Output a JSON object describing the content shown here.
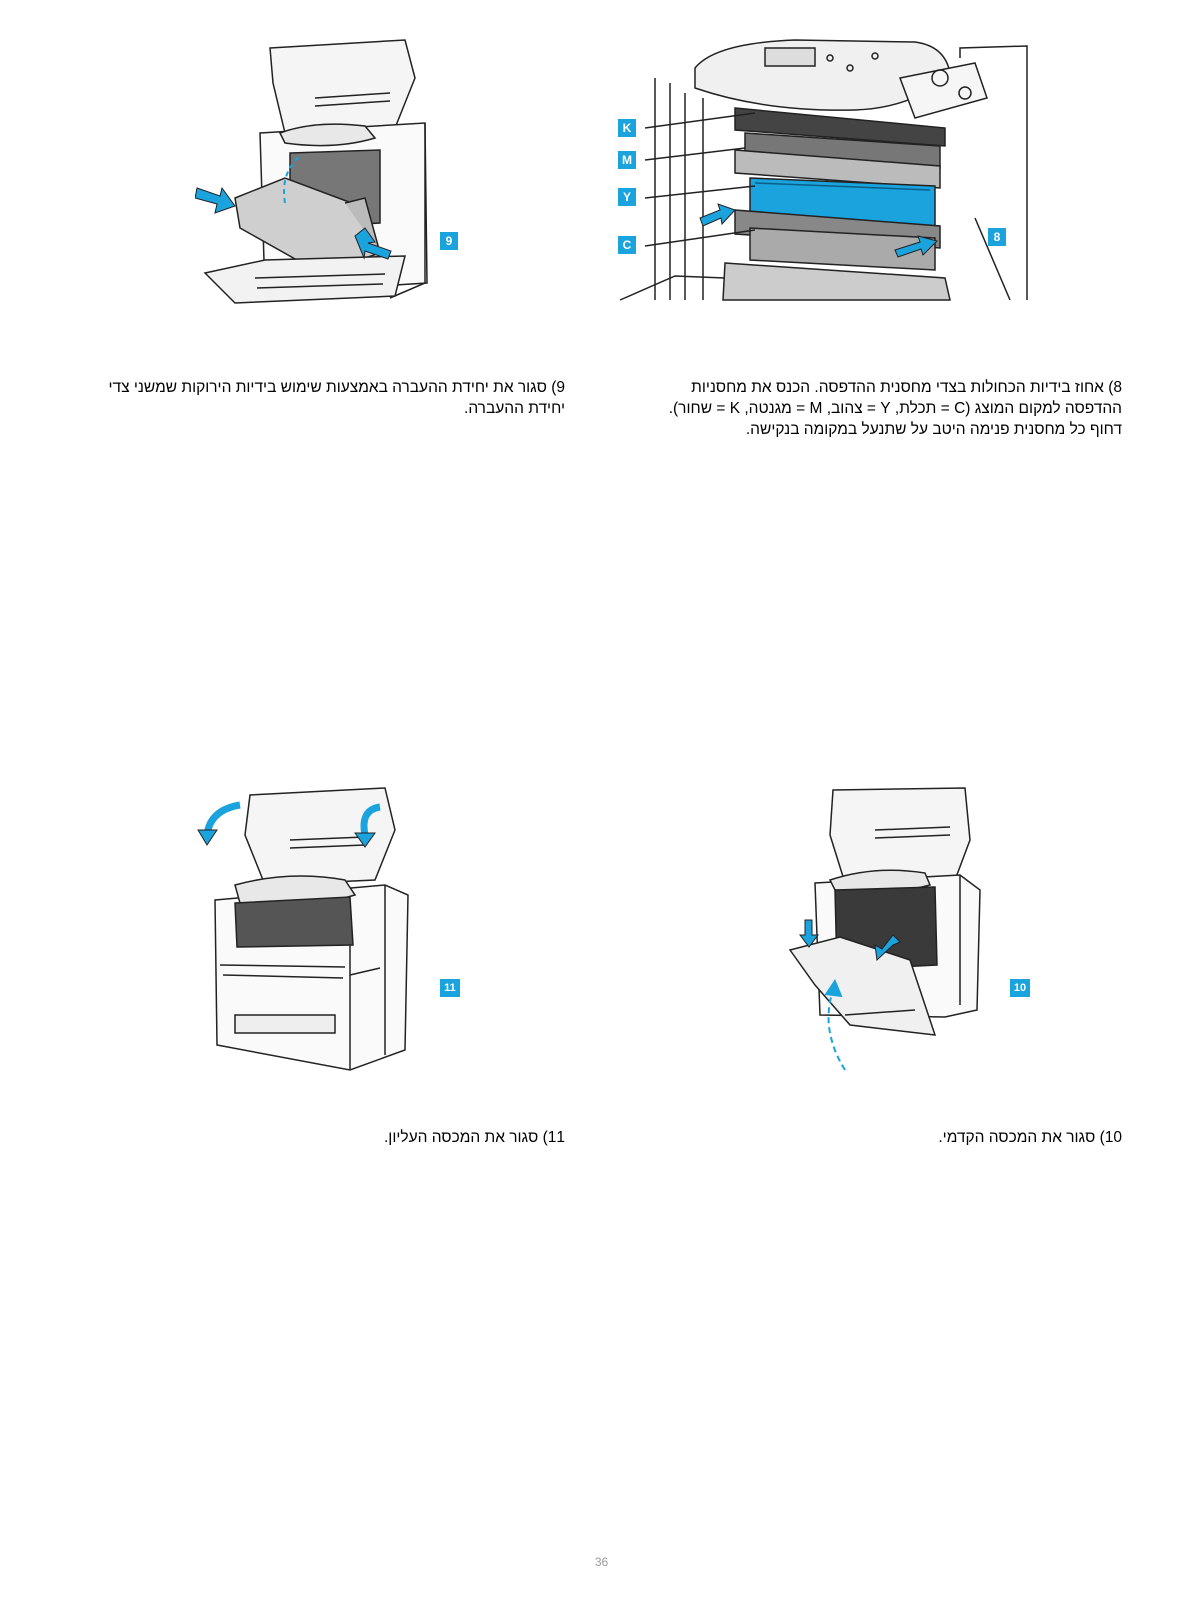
{
  "steps": [
    {
      "id": "step8",
      "number_label": "8",
      "caption": "8) אחוז בידיות הכחולות בצדי מחסנית ההדפסה. הכנס את מחסניות ההדפסה למקום המוצג (C = תכלת, Y = צהוב, M = מגנטה, K = שחור). דחוף כל מחסנית פנימה היטב על שתנעל במקומה בנקישה.",
      "callouts": [
        "K",
        "M",
        "Y",
        "C"
      ]
    },
    {
      "id": "step9",
      "number_label": "9",
      "caption": "9) סגור את יחידת ההעברה באמצעות שימוש בידיות הירוקות שמשני צדי יחידת ההעברה."
    },
    {
      "id": "step10",
      "number_label": "10",
      "caption": "10) סגור את המכסה הקדמי."
    },
    {
      "id": "step11",
      "number_label": "11",
      "caption": "11) סגור את המכסה העליון."
    }
  ],
  "page_number": "36",
  "colors": {
    "accent": "#1aa3dd",
    "line": "#222222",
    "page_number": "#9a9a9a"
  }
}
